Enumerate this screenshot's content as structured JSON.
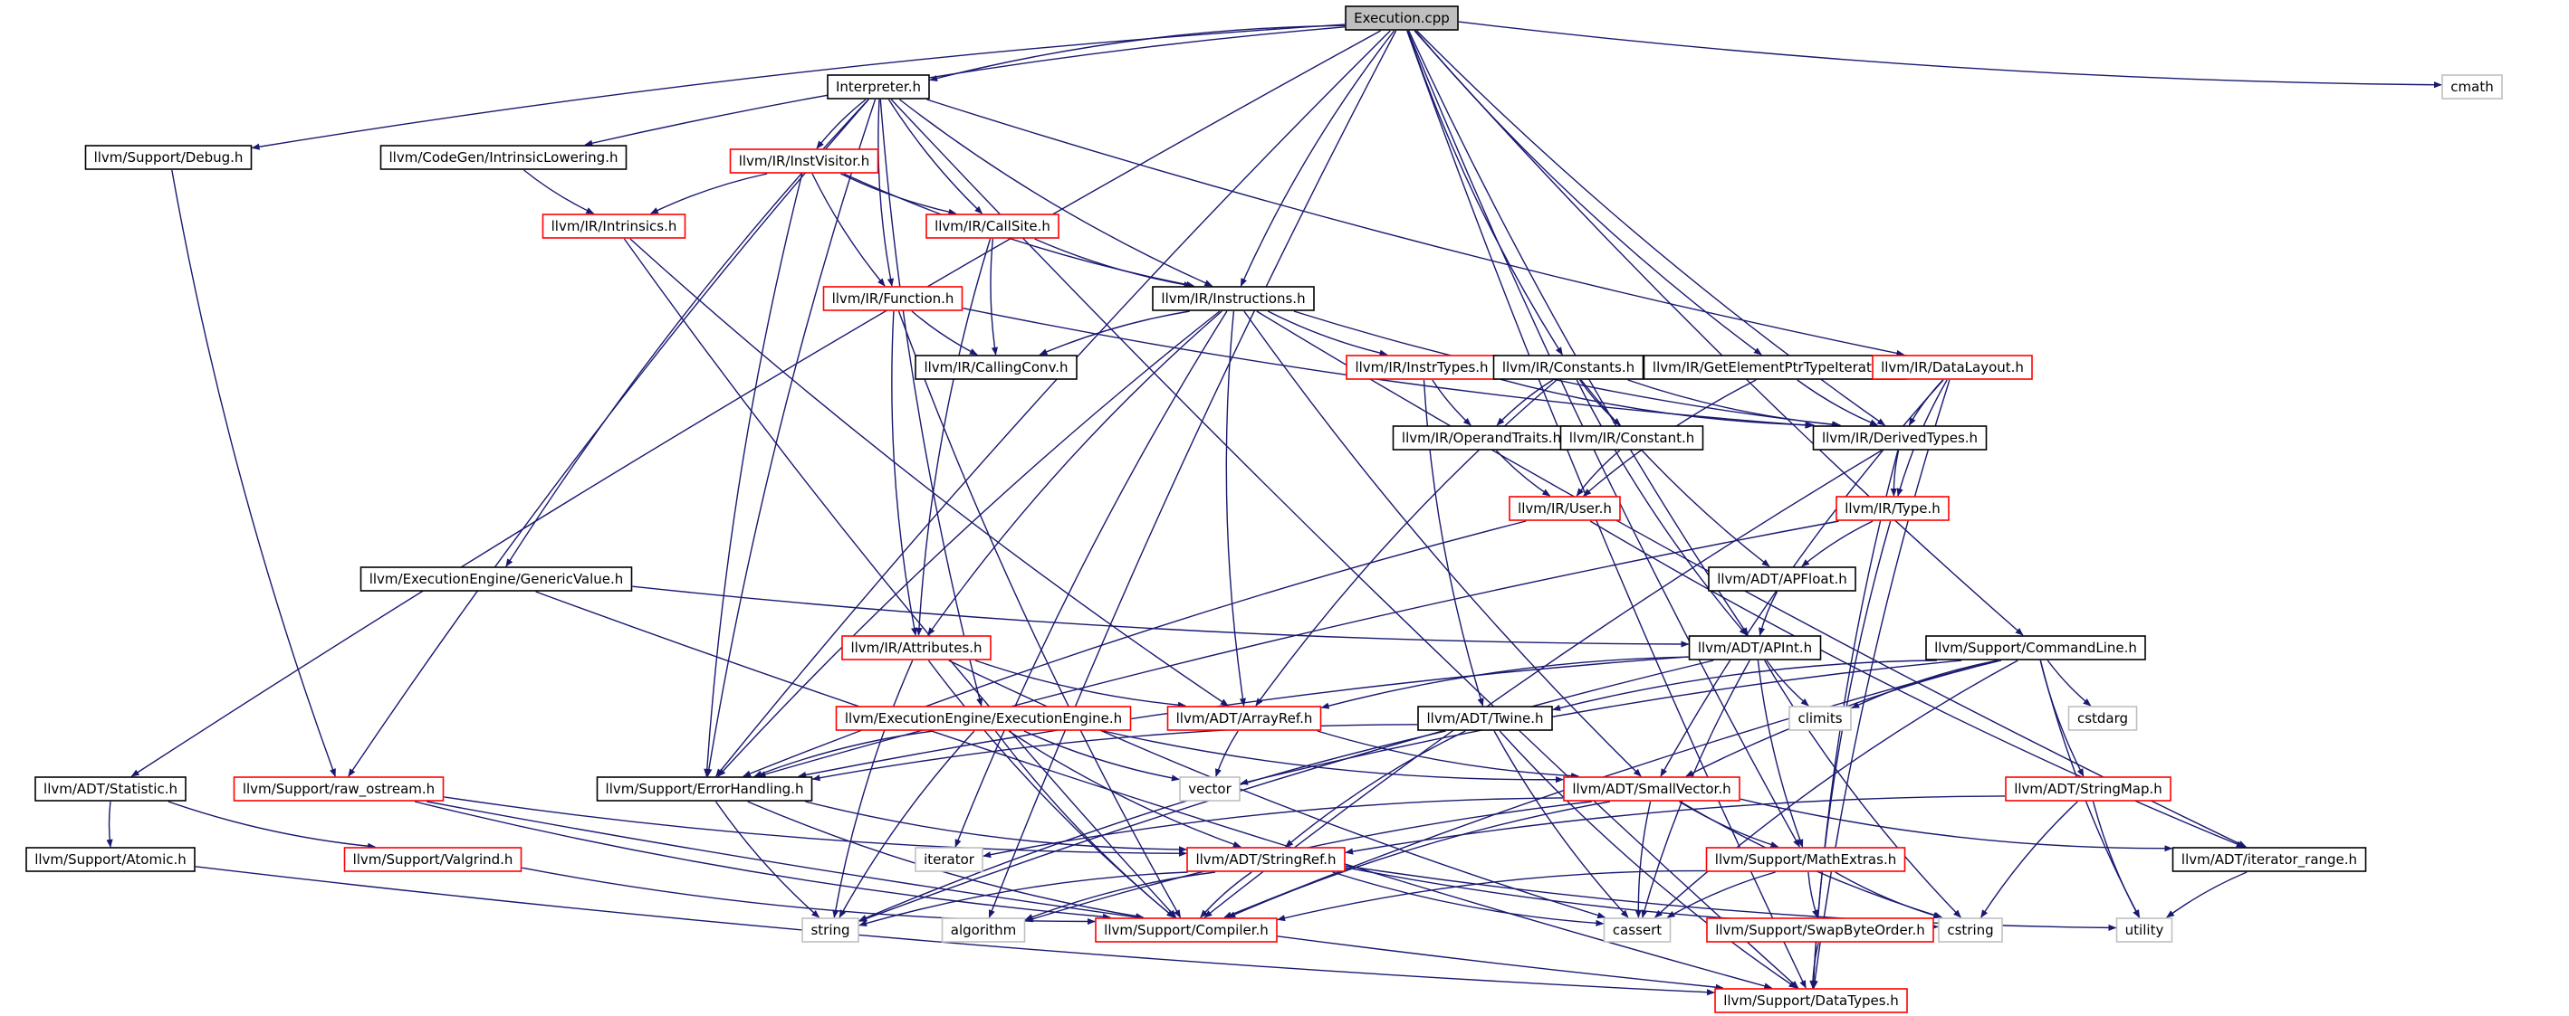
{
  "colors": {
    "edge": "#191970",
    "root_fill": "#bfbfbf",
    "black_border": "#000000",
    "red_border": "#ff0000",
    "gray_border": "#bfbfbf"
  },
  "graph": {
    "nodes": [
      {
        "id": "execution",
        "label": "Execution.cpp",
        "style": "root"
      },
      {
        "id": "cmath",
        "label": "cmath",
        "style": "gray"
      },
      {
        "id": "interpreter",
        "label": "Interpreter.h",
        "style": "black"
      },
      {
        "id": "debug",
        "label": "llvm/Support/Debug.h",
        "style": "black"
      },
      {
        "id": "intrinlow",
        "label": "llvm/CodeGen/IntrinsicLowering.h",
        "style": "black"
      },
      {
        "id": "instvisitor",
        "label": "llvm/IR/InstVisitor.h",
        "style": "red"
      },
      {
        "id": "intrinsics",
        "label": "llvm/IR/Intrinsics.h",
        "style": "red"
      },
      {
        "id": "callsite",
        "label": "llvm/IR/CallSite.h",
        "style": "red"
      },
      {
        "id": "function",
        "label": "llvm/IR/Function.h",
        "style": "red"
      },
      {
        "id": "instructions",
        "label": "llvm/IR/Instructions.h",
        "style": "black"
      },
      {
        "id": "callingconv",
        "label": "llvm/IR/CallingConv.h",
        "style": "black"
      },
      {
        "id": "instrtypes",
        "label": "llvm/IR/InstrTypes.h",
        "style": "red"
      },
      {
        "id": "constants",
        "label": "llvm/IR/Constants.h",
        "style": "black"
      },
      {
        "id": "gepti",
        "label": "llvm/IR/GetElementPtrTypeIterator.h",
        "style": "black"
      },
      {
        "id": "datalayout",
        "label": "llvm/IR/DataLayout.h",
        "style": "red"
      },
      {
        "id": "operandtraits",
        "label": "llvm/IR/OperandTraits.h",
        "style": "black"
      },
      {
        "id": "constant",
        "label": "llvm/IR/Constant.h",
        "style": "black"
      },
      {
        "id": "derivedtypes",
        "label": "llvm/IR/DerivedTypes.h",
        "style": "black"
      },
      {
        "id": "user",
        "label": "llvm/IR/User.h",
        "style": "red"
      },
      {
        "id": "type",
        "label": "llvm/IR/Type.h",
        "style": "red"
      },
      {
        "id": "genericvalue",
        "label": "llvm/ExecutionEngine/GenericValue.h",
        "style": "black"
      },
      {
        "id": "apfloat",
        "label": "llvm/ADT/APFloat.h",
        "style": "black"
      },
      {
        "id": "attributes",
        "label": "llvm/IR/Attributes.h",
        "style": "red"
      },
      {
        "id": "apint",
        "label": "llvm/ADT/APInt.h",
        "style": "black"
      },
      {
        "id": "commandline",
        "label": "llvm/Support/CommandLine.h",
        "style": "black"
      },
      {
        "id": "execengine",
        "label": "llvm/ExecutionEngine/ExecutionEngine.h",
        "style": "red"
      },
      {
        "id": "arrayref",
        "label": "llvm/ADT/ArrayRef.h",
        "style": "red"
      },
      {
        "id": "twine",
        "label": "llvm/ADT/Twine.h",
        "style": "black"
      },
      {
        "id": "climits",
        "label": "climits",
        "style": "gray"
      },
      {
        "id": "cstdarg",
        "label": "cstdarg",
        "style": "gray"
      },
      {
        "id": "statistic",
        "label": "llvm/ADT/Statistic.h",
        "style": "black"
      },
      {
        "id": "rawostream",
        "label": "llvm/Support/raw_ostream.h",
        "style": "red"
      },
      {
        "id": "errorhandling",
        "label": "llvm/Support/ErrorHandling.h",
        "style": "black"
      },
      {
        "id": "vector",
        "label": "vector",
        "style": "gray"
      },
      {
        "id": "smallvector",
        "label": "llvm/ADT/SmallVector.h",
        "style": "red"
      },
      {
        "id": "stringmap",
        "label": "llvm/ADT/StringMap.h",
        "style": "red"
      },
      {
        "id": "atomic",
        "label": "llvm/Support/Atomic.h",
        "style": "black"
      },
      {
        "id": "valgrind",
        "label": "llvm/Support/Valgrind.h",
        "style": "red"
      },
      {
        "id": "iterator",
        "label": "iterator",
        "style": "gray"
      },
      {
        "id": "stringref",
        "label": "llvm/ADT/StringRef.h",
        "style": "red"
      },
      {
        "id": "mathextras",
        "label": "llvm/Support/MathExtras.h",
        "style": "red"
      },
      {
        "id": "iterrange",
        "label": "llvm/ADT/iterator_range.h",
        "style": "black"
      },
      {
        "id": "string",
        "label": "string",
        "style": "gray"
      },
      {
        "id": "algorithm",
        "label": "algorithm",
        "style": "gray"
      },
      {
        "id": "compiler",
        "label": "llvm/Support/Compiler.h",
        "style": "red"
      },
      {
        "id": "cassert",
        "label": "cassert",
        "style": "gray"
      },
      {
        "id": "swapbyteorder",
        "label": "llvm/Support/SwapByteOrder.h",
        "style": "red"
      },
      {
        "id": "cstring",
        "label": "cstring",
        "style": "gray"
      },
      {
        "id": "utility",
        "label": "utility",
        "style": "gray"
      },
      {
        "id": "datatypes",
        "label": "llvm/Support/DataTypes.h",
        "style": "red"
      }
    ],
    "edges": [
      [
        "execution",
        "interpreter"
      ],
      [
        "execution",
        "cmath"
      ],
      [
        "execution",
        "debug"
      ],
      [
        "execution",
        "intrinlow"
      ],
      [
        "execution",
        "instructions"
      ],
      [
        "execution",
        "constants"
      ],
      [
        "execution",
        "gepti"
      ],
      [
        "execution",
        "derivedtypes"
      ],
      [
        "execution",
        "apint"
      ],
      [
        "execution",
        "commandline"
      ],
      [
        "execution",
        "statistic"
      ],
      [
        "execution",
        "errorhandling"
      ],
      [
        "execution",
        "mathextras"
      ],
      [
        "execution",
        "algorithm"
      ],
      [
        "execution",
        "datatypes"
      ],
      [
        "interpreter",
        "instvisitor"
      ],
      [
        "interpreter",
        "callsite"
      ],
      [
        "interpreter",
        "function"
      ],
      [
        "interpreter",
        "datalayout"
      ],
      [
        "interpreter",
        "genericvalue"
      ],
      [
        "interpreter",
        "execengine"
      ],
      [
        "interpreter",
        "errorhandling"
      ],
      [
        "interpreter",
        "rawostream"
      ],
      [
        "interpreter",
        "datatypes"
      ],
      [
        "interpreter",
        "instructions"
      ],
      [
        "debug",
        "rawostream"
      ],
      [
        "intrinlow",
        "intrinsics"
      ],
      [
        "instvisitor",
        "intrinsics"
      ],
      [
        "instvisitor",
        "callsite"
      ],
      [
        "instvisitor",
        "function"
      ],
      [
        "instvisitor",
        "instructions"
      ],
      [
        "instvisitor",
        "errorhandling"
      ],
      [
        "intrinsics",
        "arrayref"
      ],
      [
        "intrinsics",
        "compiler"
      ],
      [
        "callsite",
        "instructions"
      ],
      [
        "callsite",
        "callingconv"
      ],
      [
        "callsite",
        "attributes"
      ],
      [
        "function",
        "callingconv"
      ],
      [
        "function",
        "attributes"
      ],
      [
        "function",
        "derivedtypes"
      ],
      [
        "function",
        "compiler"
      ],
      [
        "instructions",
        "callingconv"
      ],
      [
        "instructions",
        "instrtypes"
      ],
      [
        "instructions",
        "derivedtypes"
      ],
      [
        "instructions",
        "attributes"
      ],
      [
        "instructions",
        "arrayref"
      ],
      [
        "instructions",
        "errorhandling"
      ],
      [
        "instructions",
        "smallvector"
      ],
      [
        "instructions",
        "iterrange"
      ],
      [
        "instructions",
        "iterator"
      ],
      [
        "instrtypes",
        "operandtraits"
      ],
      [
        "instrtypes",
        "derivedtypes"
      ],
      [
        "instrtypes",
        "twine"
      ],
      [
        "constants",
        "operandtraits"
      ],
      [
        "constants",
        "constant"
      ],
      [
        "constants",
        "derivedtypes"
      ],
      [
        "constants",
        "apint"
      ],
      [
        "constants",
        "apfloat"
      ],
      [
        "constants",
        "arrayref"
      ],
      [
        "gepti",
        "user"
      ],
      [
        "gepti",
        "derivedtypes"
      ],
      [
        "datalayout",
        "derivedtypes"
      ],
      [
        "datalayout",
        "type"
      ],
      [
        "datalayout",
        "smallvector"
      ],
      [
        "datalayout",
        "datatypes"
      ],
      [
        "operandtraits",
        "user"
      ],
      [
        "constant",
        "user"
      ],
      [
        "derivedtypes",
        "type"
      ],
      [
        "derivedtypes",
        "compiler"
      ],
      [
        "derivedtypes",
        "datatypes"
      ],
      [
        "user",
        "errorhandling"
      ],
      [
        "user",
        "iterrange"
      ],
      [
        "type",
        "apfloat"
      ],
      [
        "type",
        "datatypes"
      ],
      [
        "type",
        "errorhandling"
      ],
      [
        "genericvalue",
        "apint"
      ],
      [
        "genericvalue",
        "datatypes"
      ],
      [
        "apfloat",
        "apint"
      ],
      [
        "attributes",
        "arrayref"
      ],
      [
        "attributes",
        "string"
      ],
      [
        "attributes",
        "cassert"
      ],
      [
        "attributes",
        "compiler"
      ],
      [
        "apint",
        "arrayref"
      ],
      [
        "apint",
        "mathextras"
      ],
      [
        "apint",
        "climits"
      ],
      [
        "apint",
        "cstring"
      ],
      [
        "apint",
        "string"
      ],
      [
        "apint",
        "cassert"
      ],
      [
        "apint",
        "errorhandling"
      ],
      [
        "commandline",
        "twine"
      ],
      [
        "commandline",
        "smallvector"
      ],
      [
        "commandline",
        "stringmap"
      ],
      [
        "commandline",
        "climits"
      ],
      [
        "commandline",
        "cstdarg"
      ],
      [
        "commandline",
        "utility"
      ],
      [
        "commandline",
        "vector"
      ],
      [
        "commandline",
        "compiler"
      ],
      [
        "commandline",
        "cassert"
      ],
      [
        "execengine",
        "smallvector"
      ],
      [
        "execengine",
        "stringref"
      ],
      [
        "execengine",
        "errorhandling"
      ],
      [
        "execengine",
        "vector"
      ],
      [
        "execengine",
        "string"
      ],
      [
        "execengine",
        "compiler"
      ],
      [
        "arrayref",
        "smallvector"
      ],
      [
        "arrayref",
        "vector"
      ],
      [
        "twine",
        "errorhandling"
      ],
      [
        "twine",
        "stringref"
      ],
      [
        "twine",
        "datatypes"
      ],
      [
        "twine",
        "cassert"
      ],
      [
        "twine",
        "string"
      ],
      [
        "statistic",
        "atomic"
      ],
      [
        "statistic",
        "valgrind"
      ],
      [
        "rawostream",
        "stringref"
      ],
      [
        "rawostream",
        "compiler"
      ],
      [
        "rawostream",
        "datatypes"
      ],
      [
        "errorhandling",
        "stringref"
      ],
      [
        "errorhandling",
        "compiler"
      ],
      [
        "errorhandling",
        "string"
      ],
      [
        "smallvector",
        "mathextras"
      ],
      [
        "smallvector",
        "compiler"
      ],
      [
        "smallvector",
        "iterator"
      ],
      [
        "smallvector",
        "cassert"
      ],
      [
        "smallvector",
        "cstring"
      ],
      [
        "smallvector",
        "iterrange"
      ],
      [
        "smallvector",
        "algorithm"
      ],
      [
        "stringmap",
        "stringref"
      ],
      [
        "stringmap",
        "cstring"
      ],
      [
        "stringmap",
        "utility"
      ],
      [
        "atomic",
        "datatypes"
      ],
      [
        "valgrind",
        "compiler"
      ],
      [
        "stringref",
        "compiler"
      ],
      [
        "stringref",
        "string"
      ],
      [
        "stringref",
        "algorithm"
      ],
      [
        "stringref",
        "cassert"
      ],
      [
        "stringref",
        "cstring"
      ],
      [
        "stringref",
        "utility"
      ],
      [
        "mathextras",
        "compiler"
      ],
      [
        "mathextras",
        "swapbyteorder"
      ],
      [
        "mathextras",
        "cassert"
      ],
      [
        "mathextras",
        "cstring"
      ],
      [
        "iterrange",
        "utility"
      ],
      [
        "swapbyteorder",
        "datatypes"
      ]
    ]
  }
}
